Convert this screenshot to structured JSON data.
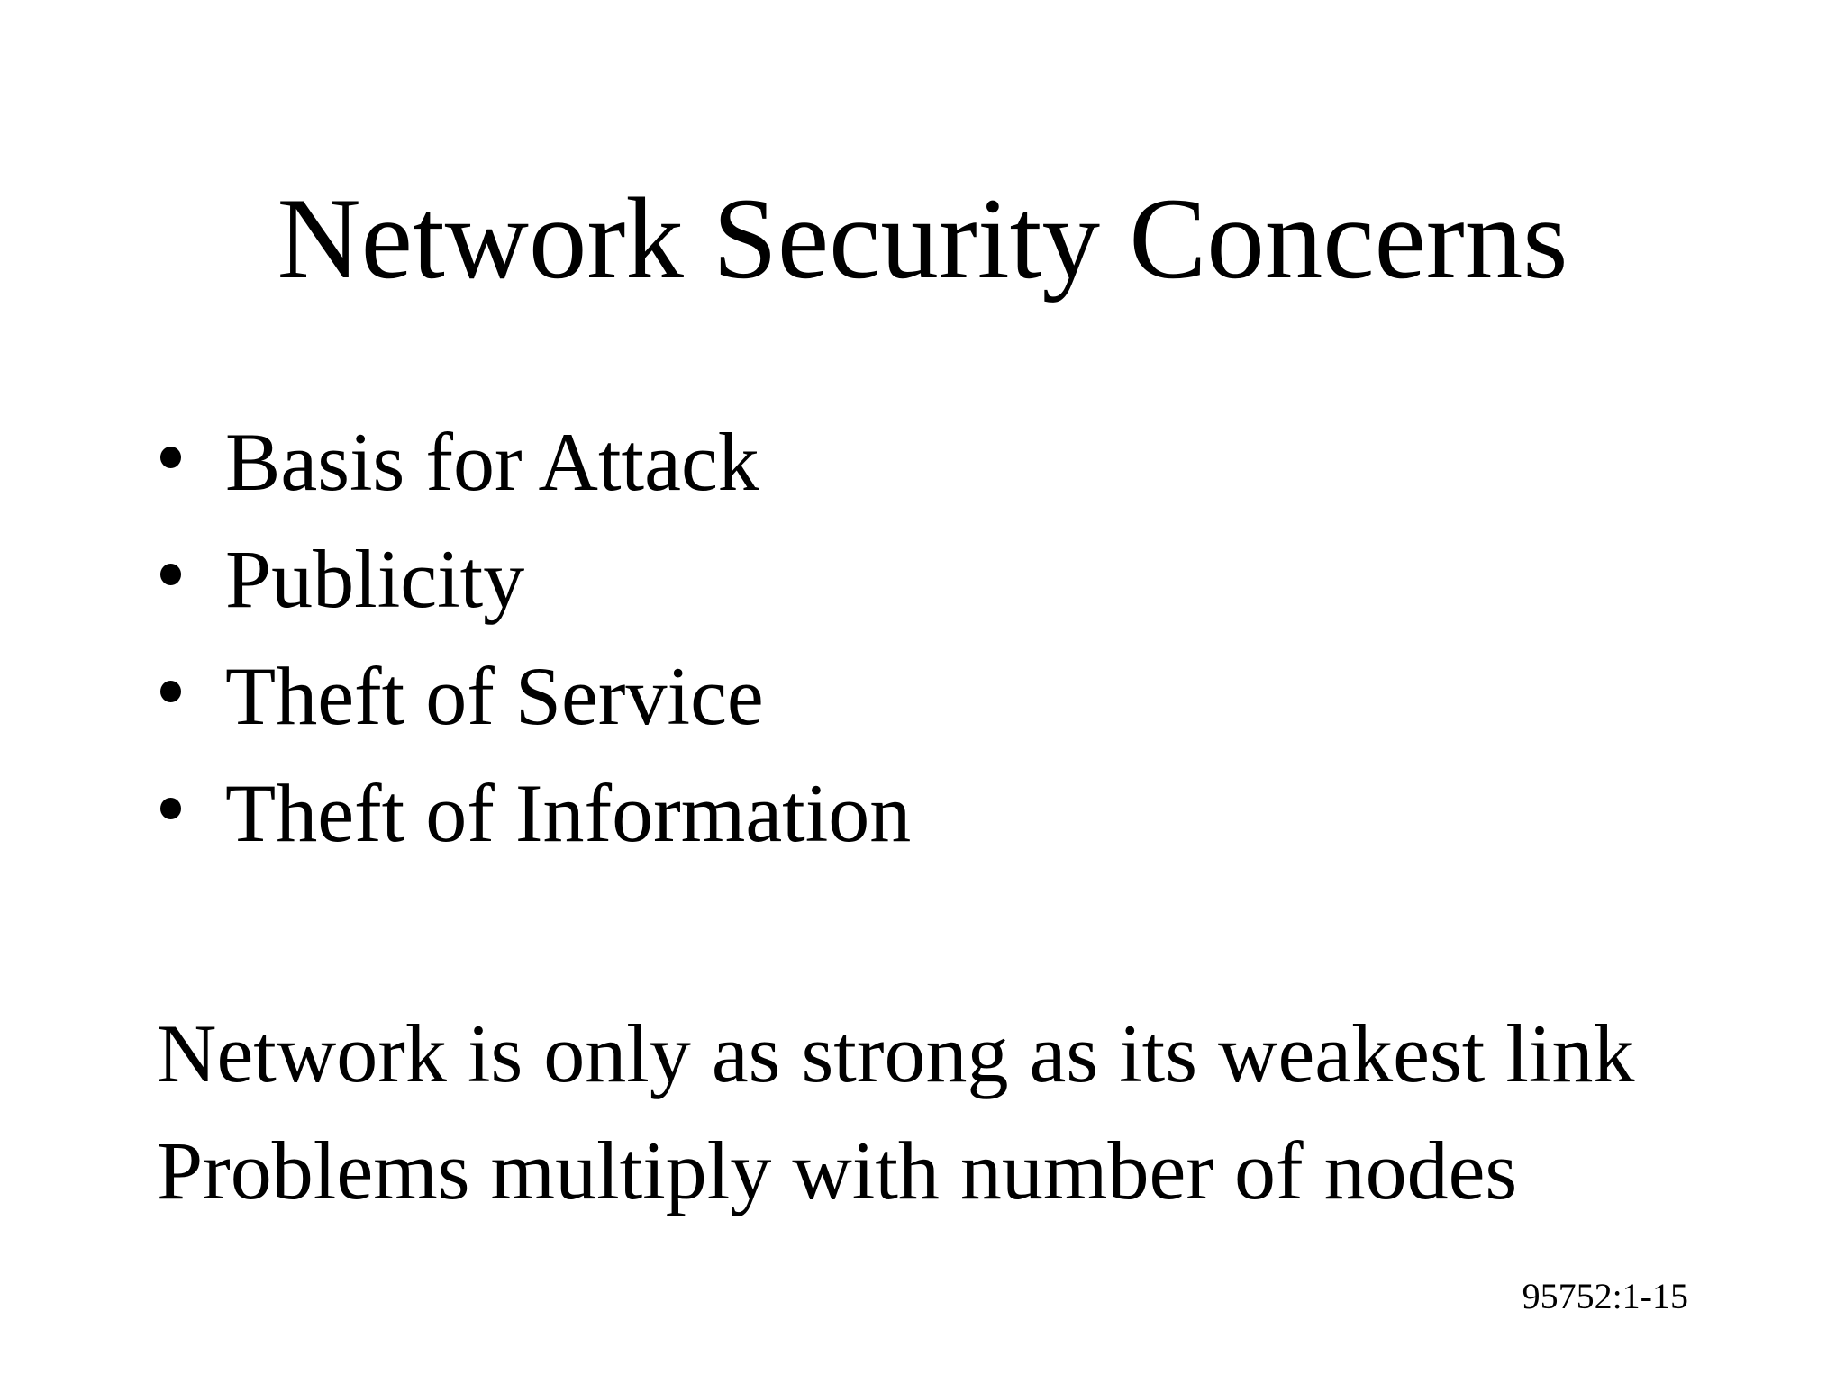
{
  "slide": {
    "title": "Network Security Concerns",
    "bullets": [
      "Basis for Attack",
      "Publicity",
      "Theft of Service",
      "Theft of Information"
    ],
    "statements": [
      "Network is only as strong as its weakest link",
      "Problems multiply with number of nodes"
    ],
    "slide_number": "95752:1-15",
    "colors": {
      "background": "#ffffff",
      "text": "#000000"
    },
    "icons": {
      "bullet": "filled-circle"
    }
  }
}
